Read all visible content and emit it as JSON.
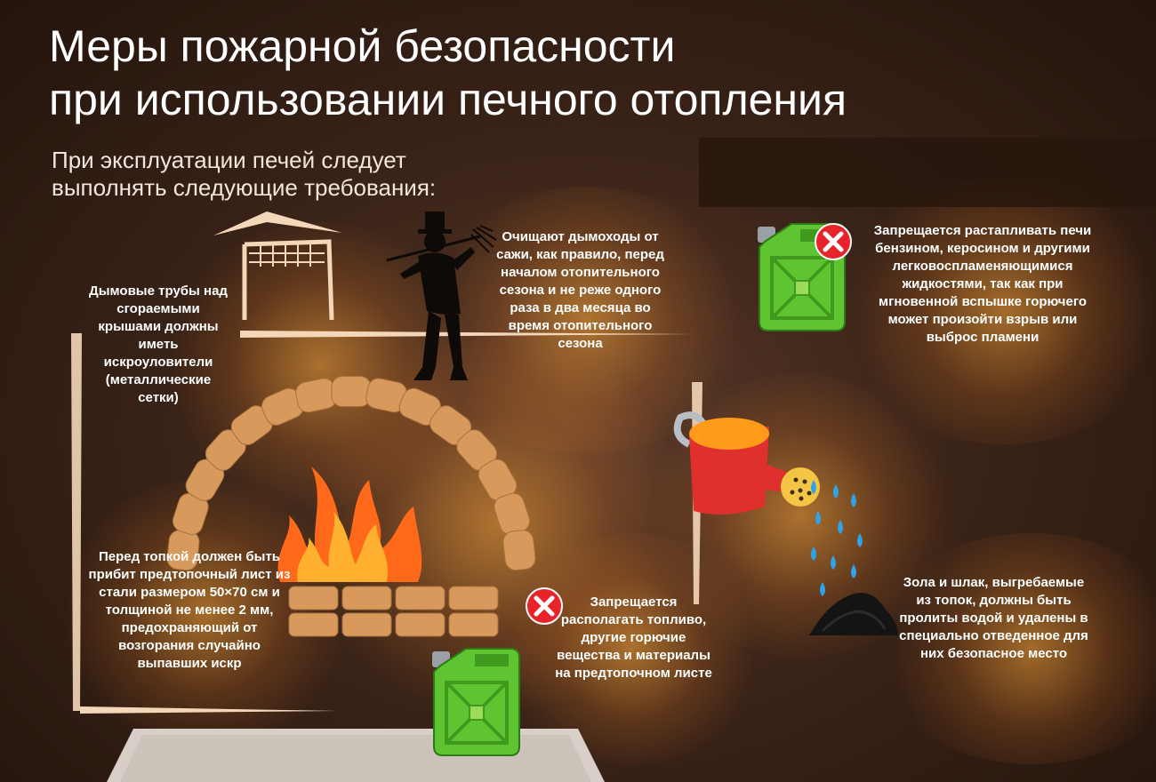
{
  "title": {
    "line1": "Меры пожарной безопасности",
    "line2": "при использовании печного отопления"
  },
  "subtitle": {
    "line1": "При эксплуатации печей следует",
    "line2": "выполнять следующие требования:"
  },
  "notes": {
    "chimney_mesh": "Дымовые трубы над сгораемыми крышами должны иметь искроуловители (металлические сетки)",
    "chimney_cleaning": "Очищают дымоходы от сажи, как правило, перед началом отопительного сезона и не реже одного раза в два месяца во время отопительного сезона",
    "no_gasoline": "Запрещается растапливать печи бензином, керосином и другими легковоспламеняющимися жидкостями, так как при мгновенной вспышке горючего может произойти взрыв или выброс пламени",
    "pre_furnace_sheet": "Перед топкой должен быть прибит предтопочный лист из стали размером 50×70 см и толщиной не менее 2 мм, предохраняющий от возгорания случайно выпавших искр",
    "no_fuel_on_sheet": "Запрещается располагать топливо, другие горючие вещества и материалы на предтопочном листе",
    "ash_disposal": "Зола и шлак, выгребаемые из топок, должны быть пролиты водой и удалены в специально отведенное для них безопасное место"
  },
  "icons": {
    "prohibit": "prohibit-x-icon",
    "canister": "fuel-canister-icon",
    "sweep": "chimney-sweep-icon",
    "roof": "roof-spark-arrester-icon",
    "fire": "fire-icon",
    "watering_can": "watering-can-icon",
    "ash": "ash-pile-icon"
  },
  "colors": {
    "background": "#3b2418",
    "glow": "#ffaa3c",
    "brick": "#d79a5c",
    "canister": "#5fc431",
    "prohibit": "#e8232a",
    "flame": "#ff6a1a",
    "water": "#2fa3e6",
    "text": "#ffffff"
  }
}
